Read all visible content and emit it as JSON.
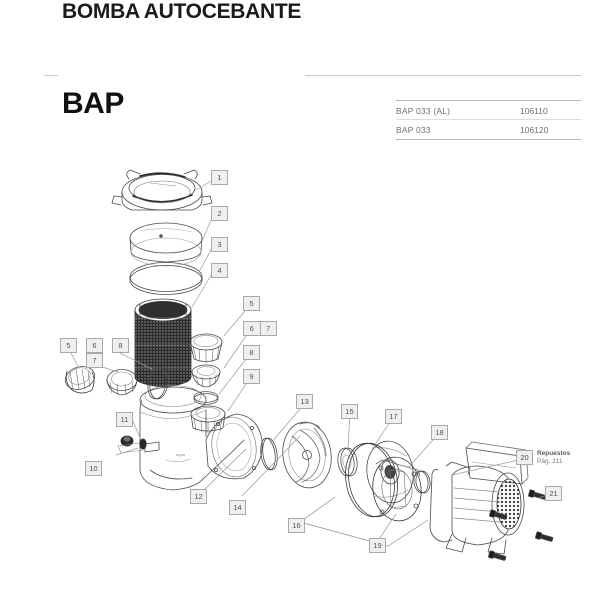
{
  "header": {
    "title": "BOMBA AUTOCEBANTE",
    "subtitle": "BAP"
  },
  "model_table": {
    "rows": [
      {
        "name": "BAP 033 (AL)",
        "code": "106110"
      },
      {
        "name": "BAP 033",
        "code": "106120"
      }
    ]
  },
  "diagram": {
    "callouts": [
      {
        "id": "1",
        "label": "1"
      },
      {
        "id": "2",
        "label": "2"
      },
      {
        "id": "3",
        "label": "3"
      },
      {
        "id": "4",
        "label": "4"
      },
      {
        "id": "5a",
        "label": "5"
      },
      {
        "id": "6a",
        "label": "6"
      },
      {
        "id": "7a",
        "label": "7"
      },
      {
        "id": "8a",
        "label": "8"
      },
      {
        "id": "5b",
        "label": "5"
      },
      {
        "id": "6b",
        "label": "6"
      },
      {
        "id": "7b",
        "label": "7"
      },
      {
        "id": "8b",
        "label": "8"
      },
      {
        "id": "9",
        "label": "9"
      },
      {
        "id": "10",
        "label": "10"
      },
      {
        "id": "11",
        "label": "11"
      },
      {
        "id": "12",
        "label": "12"
      },
      {
        "id": "13",
        "label": "13"
      },
      {
        "id": "14",
        "label": "14"
      },
      {
        "id": "15",
        "label": "15"
      },
      {
        "id": "16",
        "label": "16"
      },
      {
        "id": "17",
        "label": "17"
      },
      {
        "id": "18",
        "label": "18"
      },
      {
        "id": "19",
        "label": "19"
      },
      {
        "id": "20",
        "label": "20"
      },
      {
        "id": "21",
        "label": "21"
      }
    ],
    "note": {
      "title": "Repuestos",
      "page": "Pág. 211"
    }
  },
  "colors": {
    "ink": "#3a3a3a",
    "callout_border": "#a9a9a9",
    "callout_fill": "#efefef",
    "rule": "#c9c9c9",
    "table_text": "#6f6f6f"
  }
}
